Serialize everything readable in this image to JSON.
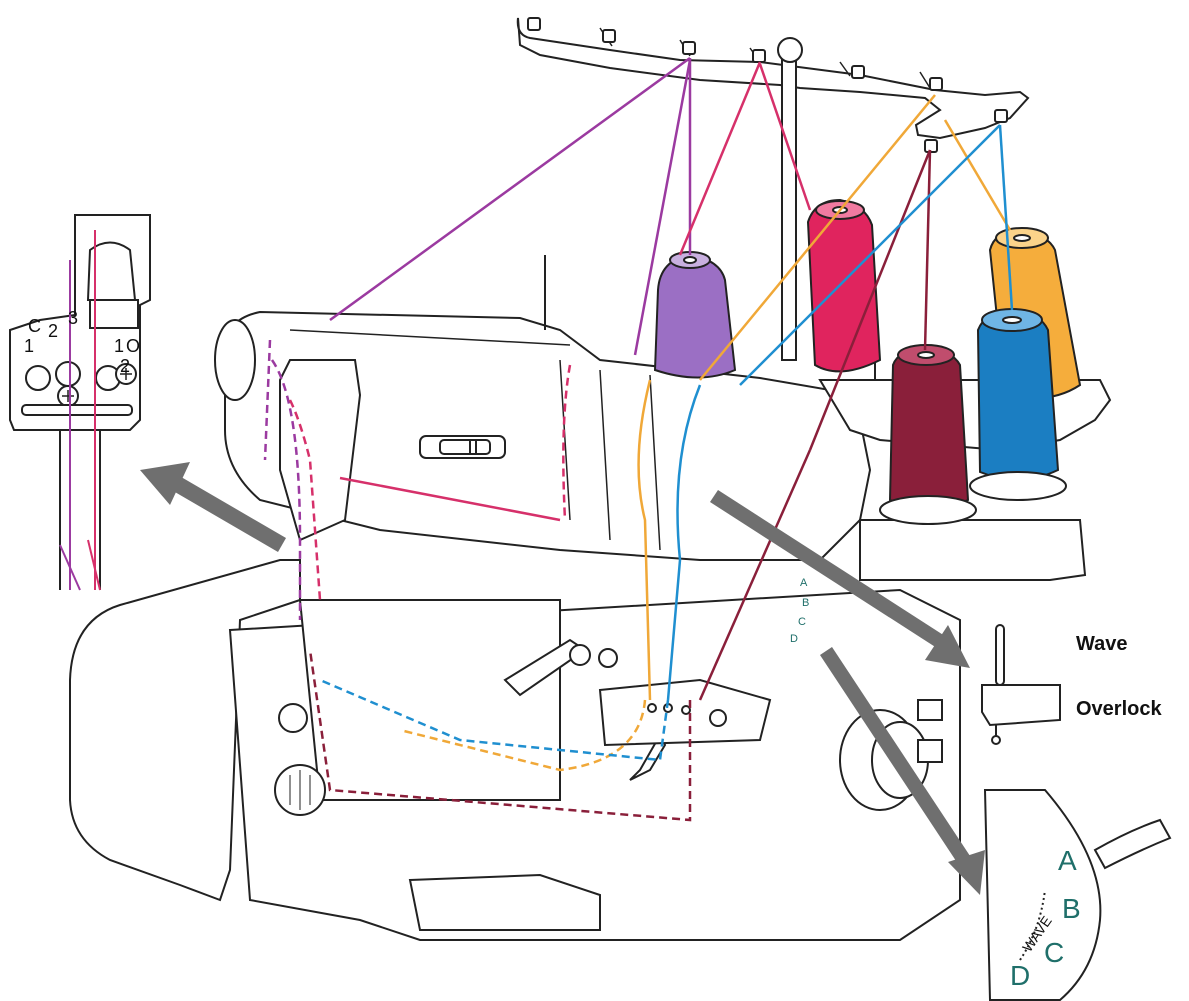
{
  "colors": {
    "line": "#222222",
    "purple": "#9b6fc4",
    "purple_thread": "#9b3aa0",
    "pink": "#e0245e",
    "pink_thread": "#d6306a",
    "maroon": "#8a1f3a",
    "orange": "#f5ad3c",
    "orange_thread": "#f0a838",
    "blue": "#1b7ec2",
    "blue_thread": "#1f8fd0",
    "teal_text": "#1f6f6a",
    "arrow": "#6f6f6f"
  },
  "labels": {
    "wave": "Wave",
    "overlock": "Overlock",
    "wave_small": "WAVE",
    "dial_letters": [
      "A",
      "B",
      "C",
      "D"
    ],
    "needle_plate": {
      "left_top": "C",
      "left_mid": "2",
      "left_low": "1",
      "center": "3",
      "right_top": "1",
      "right_mid": "O",
      "right_low": "2"
    }
  },
  "cones": [
    {
      "name": "purple-cone",
      "color": "#9b6fc4"
    },
    {
      "name": "pink-cone",
      "color": "#e0245e"
    },
    {
      "name": "orange-cone",
      "color": "#f5ad3c"
    },
    {
      "name": "maroon-cone",
      "color": "#8a1f3a"
    },
    {
      "name": "blue-cone",
      "color": "#1b7ec2"
    }
  ]
}
